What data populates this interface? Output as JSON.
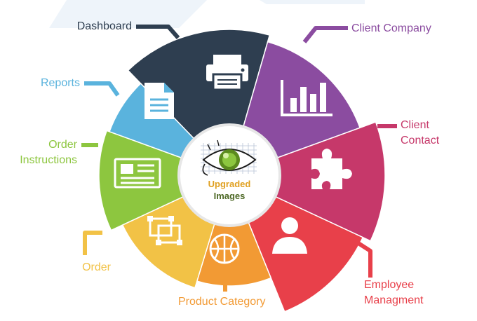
{
  "segments": [
    {
      "label": "Dashboard",
      "color": "#2e3e50",
      "icon": "printer-icon"
    },
    {
      "label": "Client Company",
      "color": "#8b4ca0",
      "icon": "bar-chart-icon"
    },
    {
      "label": "Client Contact",
      "color": "#c6386a",
      "icon": "puzzle-piece-icon"
    },
    {
      "label": "Employee Managment",
      "color": "#e8404a",
      "icon": "user-icon"
    },
    {
      "label": "Product Category",
      "color": "#f29a34",
      "icon": "basketball-icon"
    },
    {
      "label": "Order",
      "color": "#f2c246",
      "icon": "layers-icon"
    },
    {
      "label": "Order Instructions",
      "color": "#8dc63f",
      "icon": "newspaper-icon"
    },
    {
      "label": "Reports",
      "color": "#5ab3dd",
      "icon": "document-icon"
    }
  ],
  "center": {
    "line1": "Upgraded",
    "line2": "Images",
    "line1_color": "#e0a020",
    "line2_color": "#4f6a28",
    "logo_icon": "eye-logo-icon"
  }
}
